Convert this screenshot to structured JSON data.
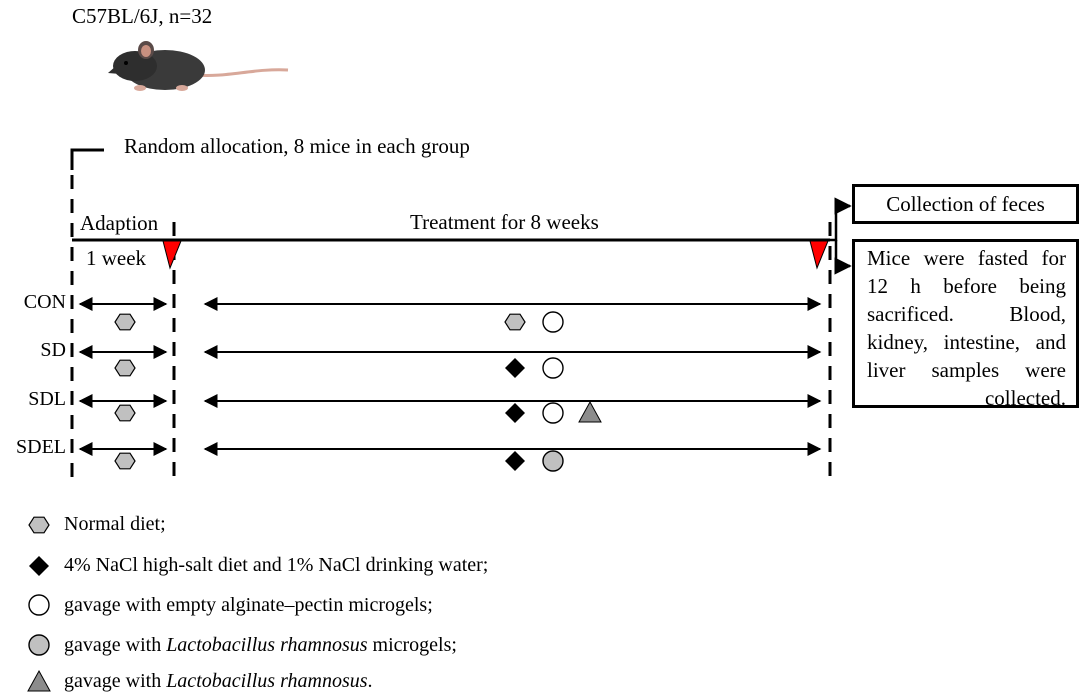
{
  "header": {
    "species": "C57BL/6J, n=32"
  },
  "allocation": {
    "label": "Random allocation, 8 mice in each group"
  },
  "timeline": {
    "adaption_label": "Adaption",
    "adaption_duration": "1 week",
    "treatment_label": "Treatment for 8 weeks"
  },
  "outcomes": {
    "feces": "Collection of feces",
    "sacrifice_lines": [
      "Mice were fasted for",
      "12 h before being",
      "sacrificed. Blood,",
      "kidney, intestine, and",
      "liver samples were",
      "collected."
    ]
  },
  "groups": [
    {
      "name": "CON",
      "treatment_symbols": [
        "hexagon",
        "circle-open"
      ]
    },
    {
      "name": "SD",
      "treatment_symbols": [
        "diamond",
        "circle-open"
      ]
    },
    {
      "name": "SDL",
      "treatment_symbols": [
        "diamond",
        "circle-open",
        "triangle"
      ]
    },
    {
      "name": "SDEL",
      "treatment_symbols": [
        "diamond",
        "circle-gray"
      ]
    }
  ],
  "legend": [
    {
      "symbol": "hexagon",
      "text": "Normal diet;"
    },
    {
      "symbol": "diamond",
      "text": "4% NaCl high-salt diet and 1% NaCl drinking water;"
    },
    {
      "symbol": "circle-open",
      "text": "gavage with empty alginate–pectin microgels;"
    },
    {
      "symbol": "circle-gray",
      "text_before": "gavage with ",
      "text_italic": "Lactobacillus rhamnosus",
      "text_after": " microgels;"
    },
    {
      "symbol": "triangle",
      "text_before": "gavage with ",
      "text_italic": "Lactobacillus rhamnosus",
      "text_after": "."
    }
  ],
  "colors": {
    "marker_red": "#ff0000",
    "symbol_gray": "#c0c0c0",
    "triangle_gray": "#8c8c8c"
  }
}
